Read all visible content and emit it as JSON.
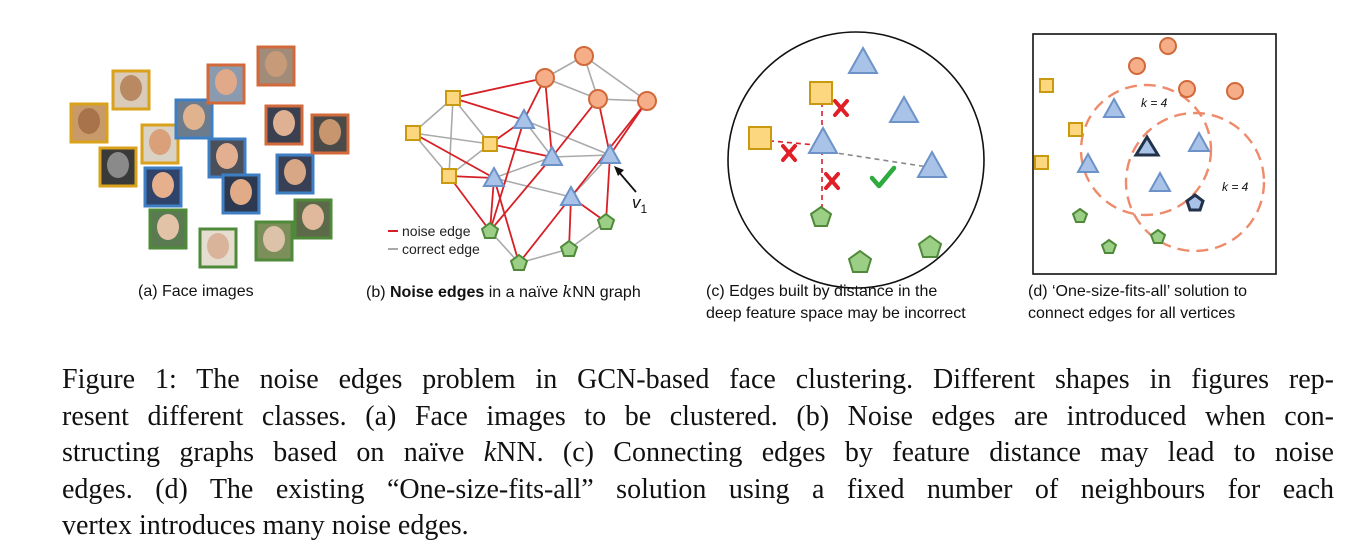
{
  "panel_a": {
    "caption": "(a) Face images"
  },
  "panel_b": {
    "caption_prefix": "(b) ",
    "caption_bold": "Noise edges",
    "caption_mid": " in a naïve ",
    "caption_k": "k",
    "caption_suffix": "NN graph",
    "legend_noise": "noise edge",
    "legend_correct": "correct edge",
    "vertex_label": "v",
    "vertex_sub": "1"
  },
  "panel_c": {
    "caption_line1": "(c) Edges built by distance in the",
    "caption_line2": "deep feature space may be incorrect"
  },
  "panel_d": {
    "caption_line1": "(d) ‘One-size-fits-all’ solution to",
    "caption_line2": "connect edges for all vertices",
    "k_label_1": "k = 4",
    "k_label_2": "k = 4"
  },
  "caption": {
    "line1": "Figure 1: The noise edges problem in GCN-based face clustering. Different shapes in figures rep-",
    "line2": "resent different classes. (a) Face images to be clustered. (b) Noise edges are introduced when con-",
    "line3_pre": "structing graphs based on naïve ",
    "line3_k": "k",
    "line3_post": "NN. (c) Connecting edges by feature distance may lead to noise",
    "line4": "edges. (d) The existing “One-size-fits-all” solution using a fixed number of neighbours for each",
    "line5": "vertex introduces many noise edges."
  },
  "colors": {
    "square_fill": "#fcd77f",
    "square_stroke": "#c99a10",
    "circle_fill": "#f6ae88",
    "circle_stroke": "#d2693a",
    "triangle_fill": "#a9c3e8",
    "triangle_stroke": "#6d92c8",
    "pentagon_fill": "#9ccf86",
    "pentagon_stroke": "#4f8a3a",
    "noise_edge": "#d71f26",
    "correct_edge": "#aaaaaa",
    "cross": "#e11f26",
    "check": "#2eaa3e",
    "dashed_circle": "#ef8a6a"
  }
}
